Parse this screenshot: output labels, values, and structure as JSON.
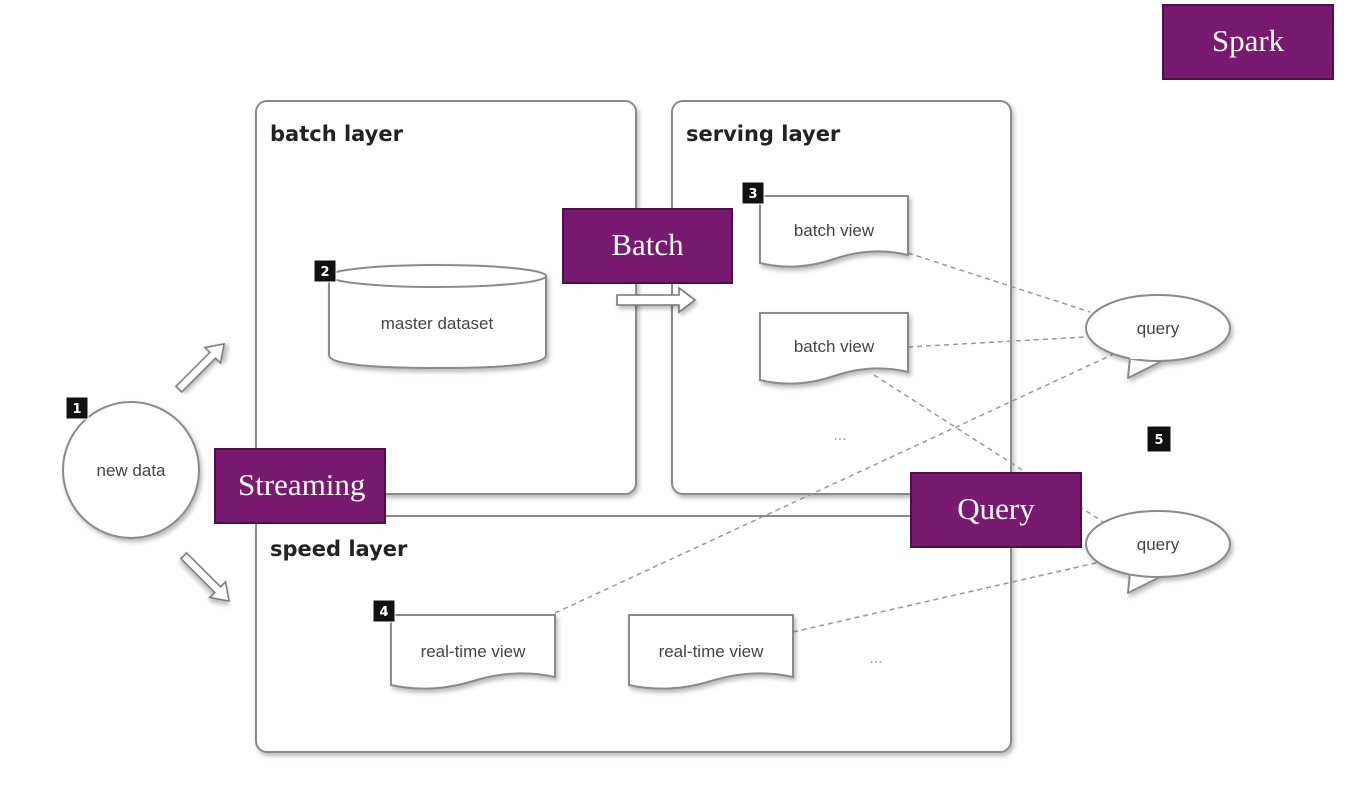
{
  "layers": {
    "batch": "batch layer",
    "serving": "serving layer",
    "speed": "speed layer"
  },
  "nodes": {
    "new_data": "new data",
    "master_dataset": "master dataset",
    "batch_view_1": "batch view",
    "batch_view_2": "batch view",
    "realtime_view_1": "real-time view",
    "realtime_view_2": "real-time view",
    "query_1": "query",
    "query_2": "query",
    "serving_more": "...",
    "speed_more": "..."
  },
  "badges": {
    "b1": "1",
    "b2": "2",
    "b3": "3",
    "b4": "4",
    "b5": "5"
  },
  "tags": {
    "spark": "Spark",
    "batch": "Batch",
    "streaming": "Streaming",
    "query": "Query"
  },
  "colors": {
    "tag_fill": "#781a70",
    "tag_border": "#4c0f47",
    "badge": "#111111"
  },
  "icons": [
    "arrow-right-icon",
    "arrow-up-right-icon",
    "arrow-down-right-icon",
    "speech-bubble-icon",
    "database-cylinder-icon"
  ]
}
